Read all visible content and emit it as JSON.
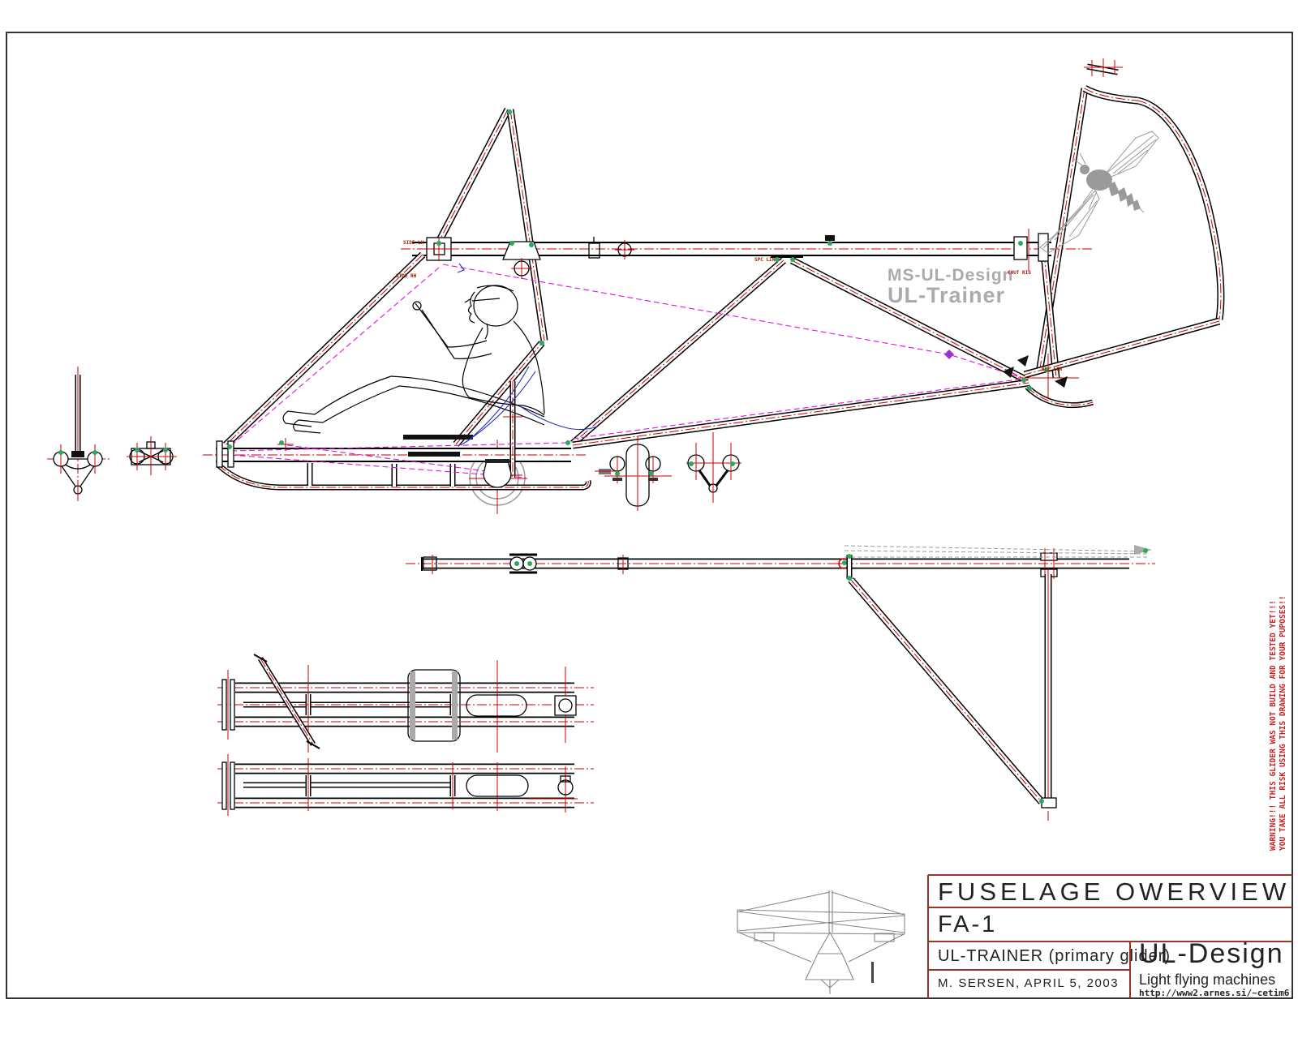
{
  "title_block": {
    "drawing_title": "FUSELAGE OWERVIEW",
    "drawing_number": "FA-1",
    "project": "UL-TRAINER (primary glider)",
    "author_date": "M. SERSEN, APRIL 5, 2003",
    "company": "UL-Design",
    "company_tagline": "Light flying machines",
    "company_url": "http://www2.arnes.si/~cetim6"
  },
  "watermark": {
    "line1": "MS-UL-Design",
    "line2": "UL-Trainer"
  },
  "warning": {
    "line1": "WARNING!!! THIS GLIDER WAS NOT BUILD AND TESTED YET!!!",
    "line2": "YOU TAKE ALL RISK USING THIS DRAWING FOR YOUR PUPOSES!!"
  },
  "part_labels": {
    "side_lh": "SIDE LH",
    "side_rh": "SIDE RH",
    "spar_link": "SPC LIN",
    "chute_rig": "CHUT RIG",
    "elev_link": "ELE LIN"
  },
  "colors": {
    "centerline_red": "#cc0000",
    "cable_magenta": "#e011e0",
    "fitting_green": "#2ea860",
    "warning_red": "#cc2222",
    "watermark_gray": "#ababab",
    "titleblock_line": "#993326"
  }
}
